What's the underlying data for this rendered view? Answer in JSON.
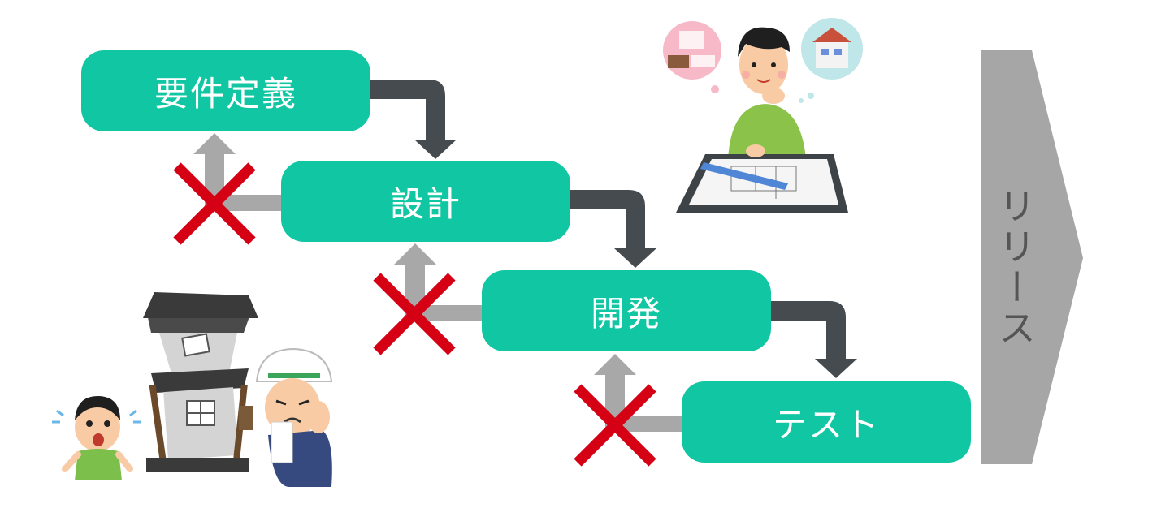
{
  "steps": [
    {
      "label": "要件定義"
    },
    {
      "label": "設計"
    },
    {
      "label": "開発"
    },
    {
      "label": "テスト"
    }
  ],
  "release": {
    "label": "リリース"
  },
  "colors": {
    "step_fill": "#11c6a2",
    "forward_arrow": "#454b4f",
    "back_arrow": "#a8a8a8",
    "cross": "#d60015",
    "release_arrow": "#a6a6a6"
  },
  "illustrations": [
    "designer-thinking-illustration",
    "collapsed-house-illustration"
  ]
}
